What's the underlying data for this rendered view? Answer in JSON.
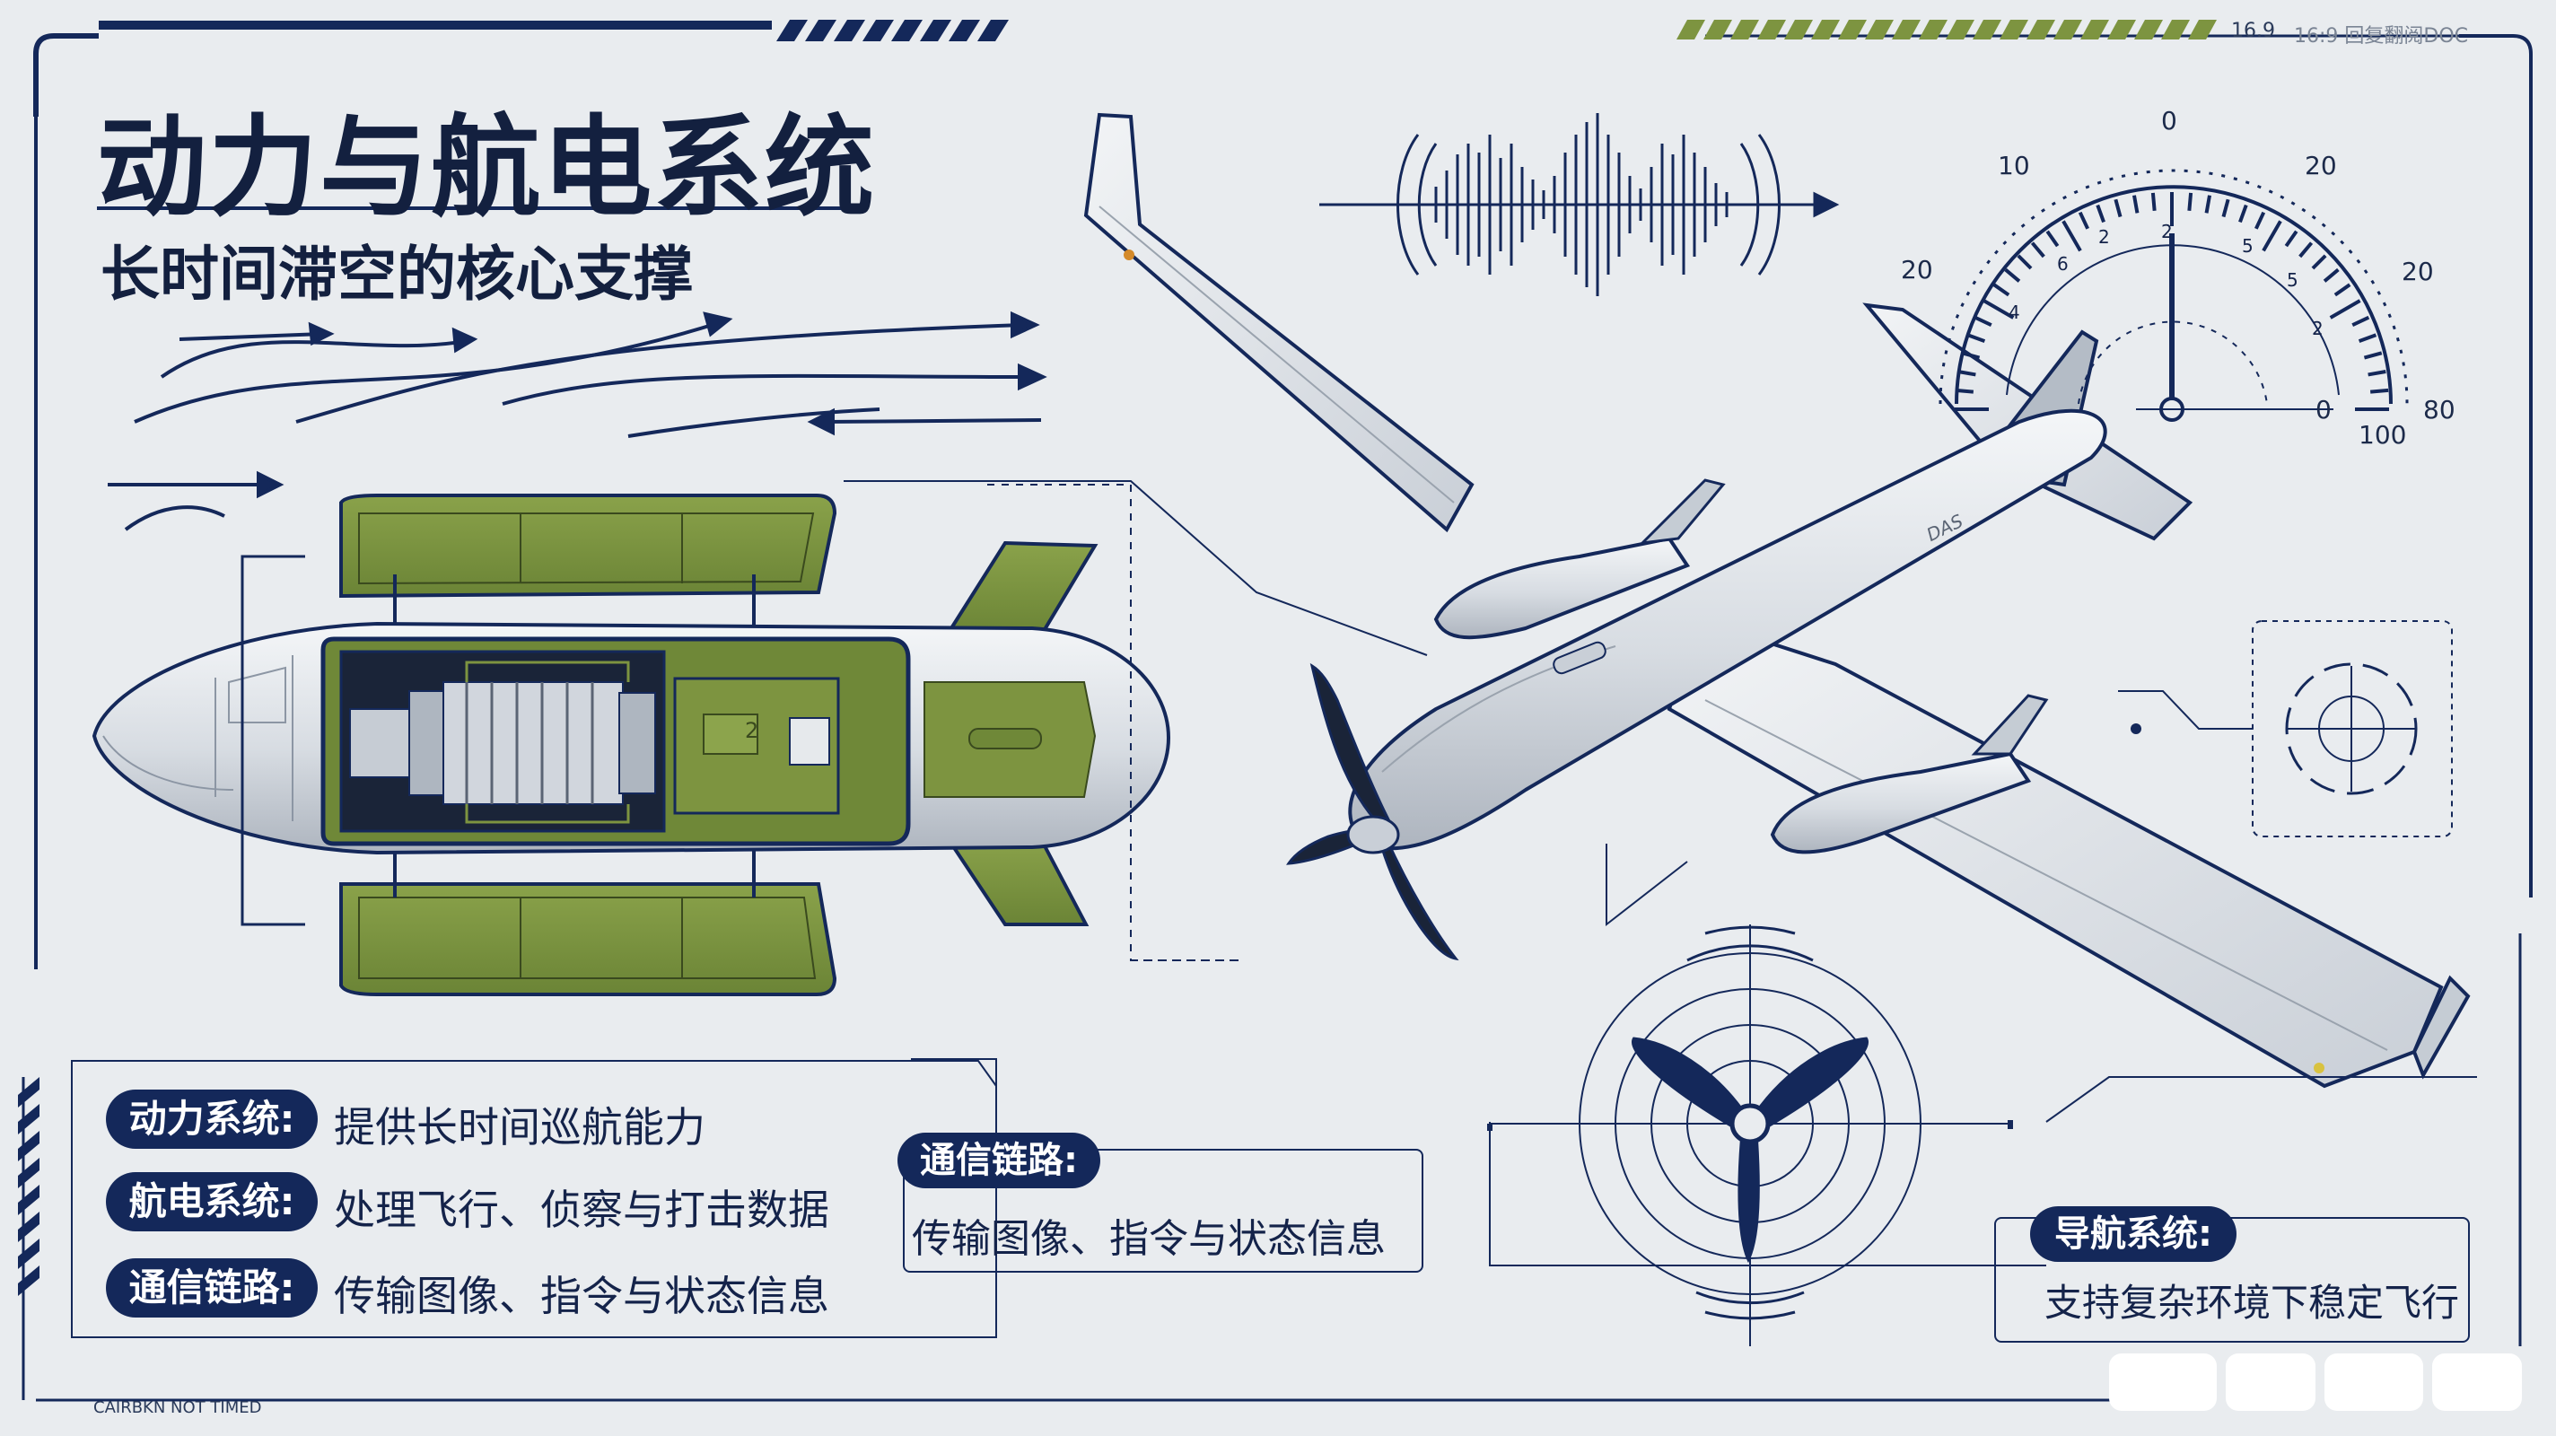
{
  "header": {
    "title": "动力与航电系统",
    "subtitle": "长时间滞空的核心支撑"
  },
  "corner_labels": {
    "aspect_primary": "16.9",
    "aspect_secondary": "16:9 回复翻阅DOC"
  },
  "gauge": {
    "outer_ticks": [
      "0",
      "10",
      "20",
      "20",
      "20",
      "0",
      "80",
      "100"
    ],
    "inner_ticks": [
      "2",
      "4",
      "2",
      "6",
      "5",
      "5",
      "2"
    ]
  },
  "info_list": [
    {
      "label": "动力系统:",
      "text": "提供长时间巡航能力"
    },
    {
      "label": "航电系统:",
      "text": "处理飞行、侦察与打击数据"
    },
    {
      "label": "通信链路:",
      "text": "传输图像、指令与状态信息"
    }
  ],
  "comm_callout": {
    "label": "通信链路:",
    "text": "传输图像、指令与状态信息"
  },
  "nav_callout": {
    "label": "导航系统:",
    "text": "支持复杂环境下稳定飞行"
  },
  "engine_panel_label": "2",
  "fuselage_marking": "DAS",
  "footer_label": "CAIRBKN NOT TIMED",
  "colors": {
    "navy": "#14285a",
    "olive": "#7d9440",
    "olive_dark": "#3a4a1e",
    "background": "#e9ecef",
    "aircraft": "#d8dde3"
  }
}
